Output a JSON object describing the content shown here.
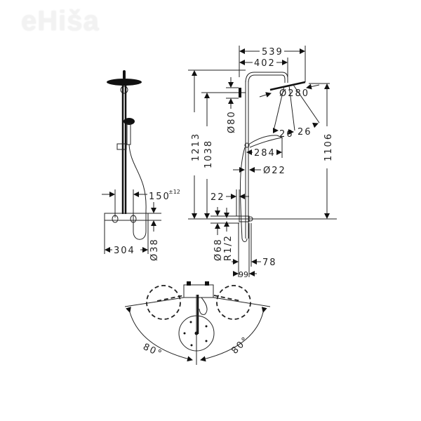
{
  "watermark": {
    "text": "eHiša"
  },
  "front_view": {
    "dimensions": {
      "handle_spacing": "150",
      "handle_spacing_tolerance": "±12",
      "mixer_width": "304",
      "mixer_diameter": "Ø38"
    }
  },
  "side_view": {
    "dimensions": {
      "arm_overall": "539",
      "arm_to_head_center": "402",
      "head_diameter": "Ø280",
      "angle_left": "26",
      "angle_right": "26",
      "hand_shower_reach": "284",
      "pipe_diameter": "Ø22",
      "wall_offset": "22",
      "total_height": "1213",
      "height_to_holder": "1038",
      "head_height": "1106",
      "holder_diameter": "Ø80",
      "rosette_diameter": "Ø68",
      "thread": "R1/2",
      "depth_99": "99",
      "depth_78": "78"
    }
  },
  "top_view": {
    "dimensions": {
      "rotation_left": "80°",
      "rotation_right": "80°"
    }
  },
  "colors": {
    "line": "#222222",
    "background": "#ffffff",
    "watermark": "#f2f2f2"
  }
}
